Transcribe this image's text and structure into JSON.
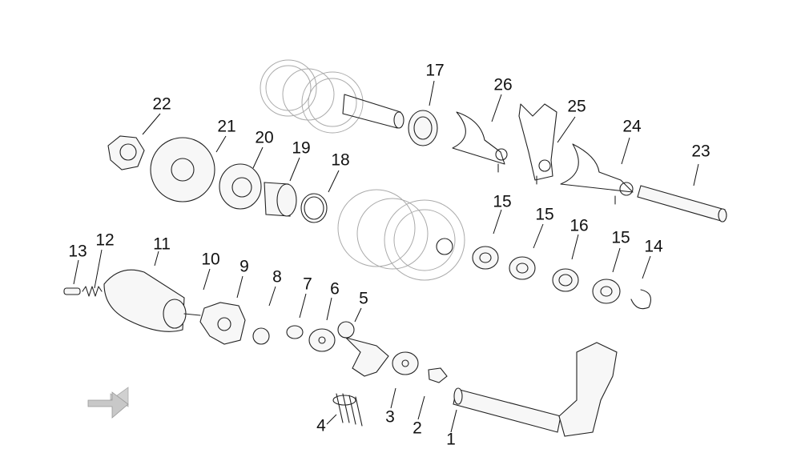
{
  "callouts": {
    "c1": "1",
    "c2": "2",
    "c3": "3",
    "c4": "4",
    "c5": "5",
    "c6": "6",
    "c7": "7",
    "c8": "8",
    "c9": "9",
    "c10": "10",
    "c11": "11",
    "c12": "12",
    "c13": "13",
    "c14": "14",
    "c15a": "15",
    "c15b": "15",
    "c15c": "15",
    "c16": "16",
    "c17": "17",
    "c18": "18",
    "c19": "19",
    "c20": "20",
    "c21": "21",
    "c22": "22",
    "c23": "23",
    "c24": "24",
    "c25": "25",
    "c26": "26"
  },
  "icons": {
    "orientation": "arrow-icon"
  },
  "colors": {
    "line": "#222222",
    "faint_gear": "#aaaaaa",
    "arrow": "#c8c8c8"
  }
}
